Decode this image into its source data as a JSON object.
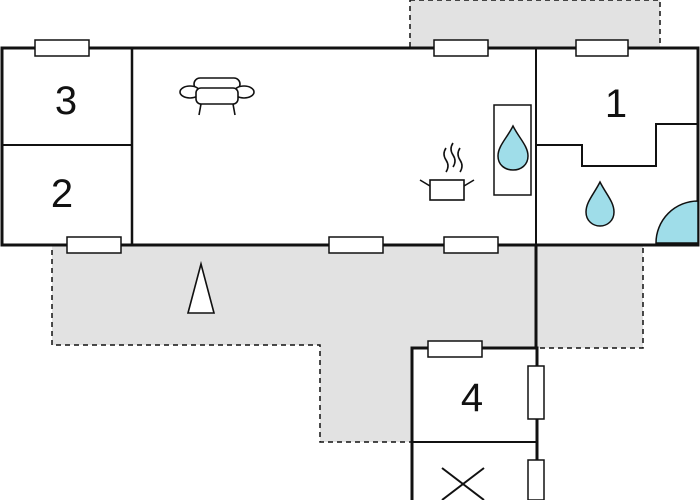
{
  "floorplan": {
    "colors": {
      "outdoor_fill": "#e2e2e2",
      "wall": "#111111",
      "water": "#9fdde9",
      "background": "#ffffff"
    },
    "rooms": [
      {
        "id": "room-1",
        "label": "1"
      },
      {
        "id": "room-2",
        "label": "2"
      },
      {
        "id": "room-3",
        "label": "3"
      },
      {
        "id": "room-4",
        "label": "4"
      }
    ],
    "icons": [
      "sofa-icon",
      "cooking-pot-icon",
      "water-drop-icon",
      "shower-icon",
      "north-arrow-icon",
      "cross-icon"
    ]
  }
}
